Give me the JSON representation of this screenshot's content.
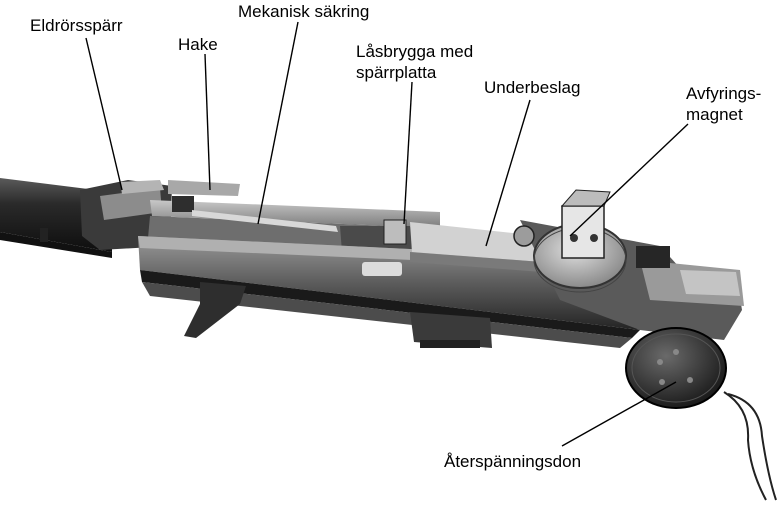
{
  "figure": {
    "labels": {
      "eldrorssparr": "Eldrörsspärr",
      "hake": "Hake",
      "mekanisk_sakring": "Mekanisk säkring",
      "lasbrygga_line1": "Låsbrygga med",
      "lasbrygga_line2": "spärrplatta",
      "underbeslag": "Underbeslag",
      "avfyrings_line1": "Avfyrings-",
      "avfyrings_line2": "magnet",
      "aterspanningsdon": "Återspänningsdon"
    }
  }
}
